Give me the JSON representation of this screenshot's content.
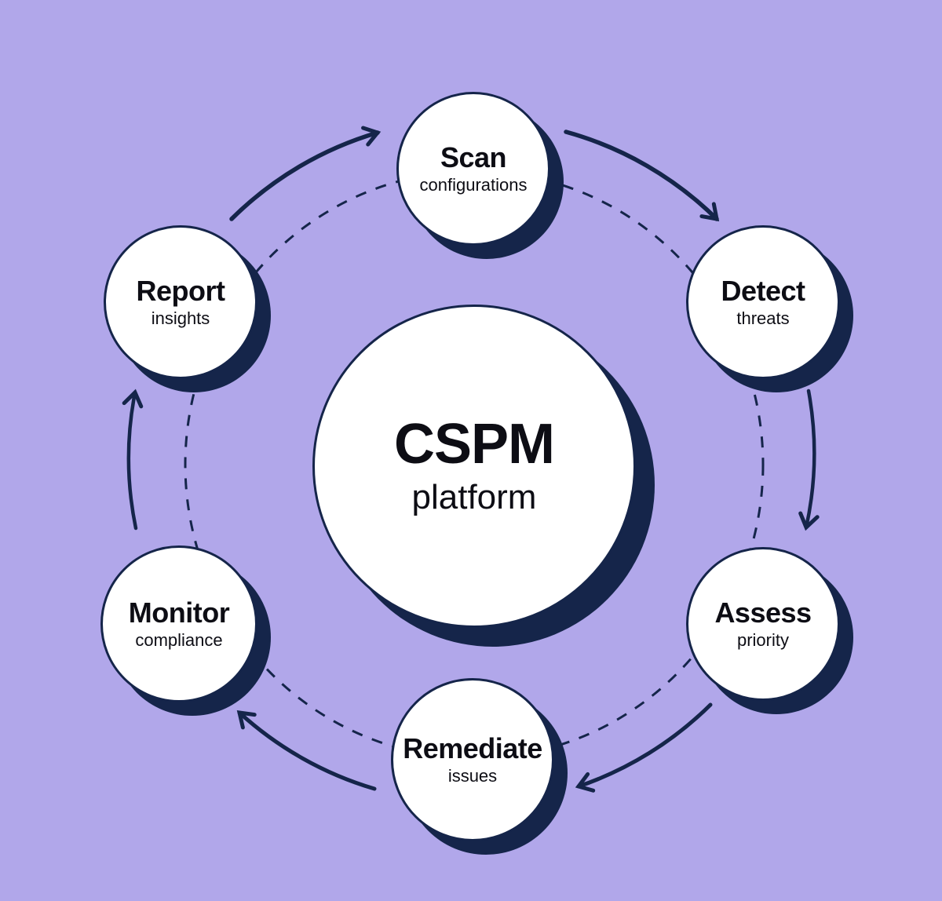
{
  "colors": {
    "background": "#b1a7ea",
    "navy": "#15254a",
    "circle_fill": "#ffffff",
    "text": "#0d0d14"
  },
  "center": {
    "title": "CSPM",
    "subtitle": "platform"
  },
  "nodes": [
    {
      "id": "scan",
      "title": "Scan",
      "subtitle": "configurations"
    },
    {
      "id": "detect",
      "title": "Detect",
      "subtitle": "threats"
    },
    {
      "id": "assess",
      "title": "Assess",
      "subtitle": "priority"
    },
    {
      "id": "remediate",
      "title": "Remediate",
      "subtitle": "issues"
    },
    {
      "id": "monitor",
      "title": "Monitor",
      "subtitle": "compliance"
    },
    {
      "id": "report",
      "title": "Report",
      "subtitle": "insights"
    }
  ]
}
